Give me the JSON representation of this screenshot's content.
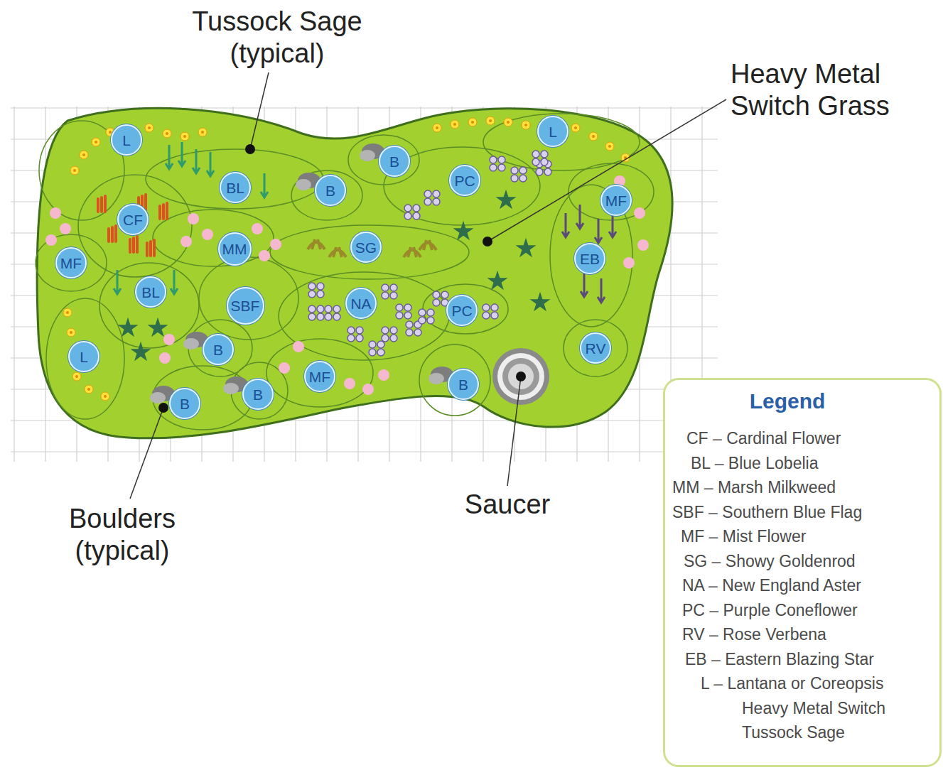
{
  "diagram": {
    "nodes": [
      {
        "text": [
          "L"
        ]
      },
      {
        "text": [
          "BL"
        ]
      },
      {
        "text": [
          "B"
        ]
      },
      {
        "text": [
          "B"
        ]
      },
      {
        "text": [
          "PC"
        ]
      },
      {
        "text": [
          "L"
        ]
      },
      {
        "text": [
          "CF"
        ]
      },
      {
        "text": [
          "MM"
        ]
      },
      {
        "text": [
          "SG"
        ]
      },
      {
        "text": [
          "MF"
        ]
      },
      {
        "text": [
          "MF"
        ]
      },
      {
        "text": [
          "EB"
        ]
      },
      {
        "text": [
          "BL"
        ]
      },
      {
        "text": [
          "SBF"
        ]
      },
      {
        "text": [
          "NA"
        ]
      },
      {
        "text": [
          "PC"
        ]
      },
      {
        "text": [
          "L"
        ]
      },
      {
        "text": [
          "B"
        ]
      },
      {
        "text": [
          "RV"
        ]
      },
      {
        "text": [
          "MF"
        ]
      },
      {
        "text": [
          "B"
        ]
      },
      {
        "text": [
          "B"
        ]
      },
      {
        "text": [
          "B"
        ]
      }
    ],
    "edges": [],
    "labels": [
      "Tussock Sage (typical)",
      "Heavy Metal Switch Grass",
      "Boulders (typical)",
      "Saucer",
      "Legend"
    ],
    "legend": [
      {
        "text": "CF – Cardinal Flower"
      },
      {
        "text": "BL – Blue Lobelia"
      },
      {
        "text": "MM – Marsh Milkweed"
      },
      {
        "text": "SBF – Southern Blue Flag"
      },
      {
        "text": "MF – Mist Flower"
      },
      {
        "text": "SG – Showy Goldenrod"
      },
      {
        "text": "NA – New England Aster"
      },
      {
        "text": "PC – Purple Coneflower"
      },
      {
        "text": "RV – Rose Verbena"
      },
      {
        "text": "EB – Eastern Blazing Star"
      },
      {
        "text": "L – Lantana or Coreopsis"
      },
      {
        "text": "Heavy Metal Switch"
      },
      {
        "text": "Tussock Sage"
      }
    ]
  }
}
